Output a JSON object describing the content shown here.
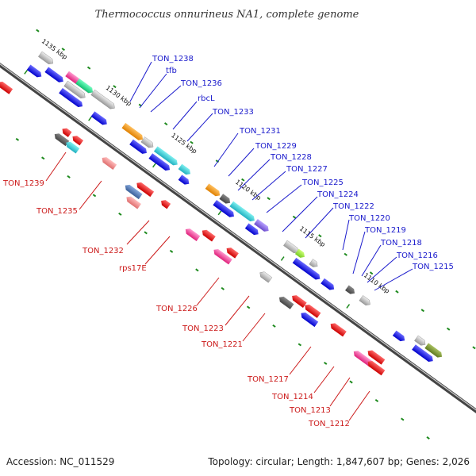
{
  "title": "Thermococcus onnurineus NA1, complete genome",
  "accession": "Accession: NC_011529",
  "summary": "Topology: circular; Length: 1,847,607 bp; Genes: 2,026",
  "kbp_ticks": [
    "1135 kbp",
    "1130 kbp",
    "1125 kbp",
    "1120 kbp",
    "1115 kbp",
    "1110 kbp"
  ],
  "top_labels": [
    "TON_1238",
    "tfb",
    "TON_1236",
    "rbcL",
    "TON_1233",
    "TON_1231",
    "TON_1229",
    "TON_1228",
    "TON_1227",
    "TON_1225",
    "TON_1224",
    "TON_1222",
    "TON_1220",
    "TON_1219",
    "TON_1218",
    "TON_1216",
    "TON_1215"
  ],
  "bottom_labels": [
    "TON_1239",
    "TON_1235",
    "TON_1232",
    "rps17E",
    "TON_1226",
    "TON_1223",
    "TON_1221",
    "TON_1217",
    "TON_1214",
    "TON_1213",
    "TON_1212"
  ],
  "colors": {
    "label_top": "#1a1acc",
    "label_bottom": "#cc1a1a",
    "backbone": "#999999",
    "tick": "#228822",
    "forward": "#1a1ae6",
    "reverse": "#e61a1a"
  }
}
